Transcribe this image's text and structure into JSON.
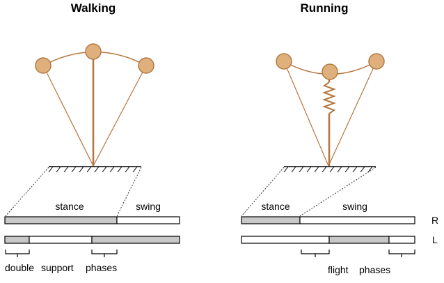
{
  "walking": {
    "title": "Walking",
    "stance_label": "stance",
    "swing_label": "swing",
    "phases_label_1": "double",
    "phases_label_2": "support",
    "phases_label_3": "phases"
  },
  "running": {
    "title": "Running",
    "stance_label": "stance",
    "swing_label": "swing",
    "phases_label_1": "flight",
    "phases_label_2": "phases"
  },
  "legs": {
    "right": "R",
    "left": "L"
  },
  "colors": {
    "mass_fill": "#e0b07c",
    "rod": "#b5763e",
    "stance_fill": "#c8c8c8",
    "swing_fill": "#ffffff"
  }
}
